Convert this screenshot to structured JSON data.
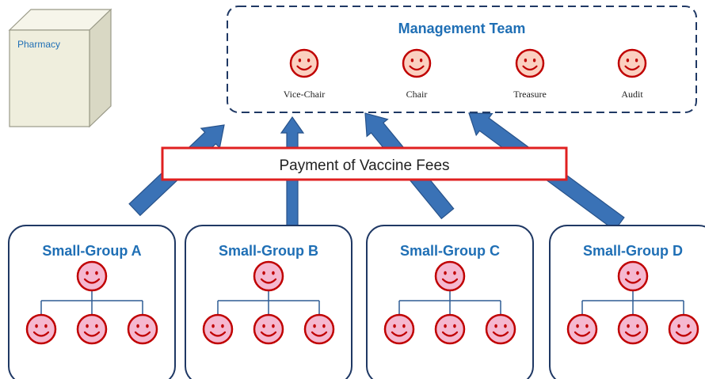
{
  "pharmacy": {
    "label": "Pharmacy"
  },
  "management": {
    "title": "Management Team",
    "members": [
      {
        "role": "Vice-Chair"
      },
      {
        "role": "Chair"
      },
      {
        "role": "Treasure"
      },
      {
        "role": "Audit"
      }
    ]
  },
  "payment": {
    "label": "Payment of Vaccine Fees"
  },
  "groups": [
    {
      "name": "Small-Group A"
    },
    {
      "name": "Small-Group B"
    },
    {
      "name": "Small-Group C"
    },
    {
      "name": "Small-Group D"
    }
  ],
  "colors": {
    "title_blue": "#1f6fb5",
    "box_border": "#1f3864",
    "arrow_fill": "#3a72b6",
    "arrow_stroke": "#27528a",
    "payment_border": "#e02020",
    "mgmt_face_fill": "#fbd0c0",
    "mgmt_face_stroke": "#c00000",
    "group_face_fill": "#f5b8d0",
    "group_face_stroke": "#c00000",
    "pharmacy_front": "#efeedd",
    "pharmacy_side": "#d9d8c4",
    "pharmacy_top": "#f6f5ea",
    "pharmacy_stroke": "#9a9a88"
  }
}
